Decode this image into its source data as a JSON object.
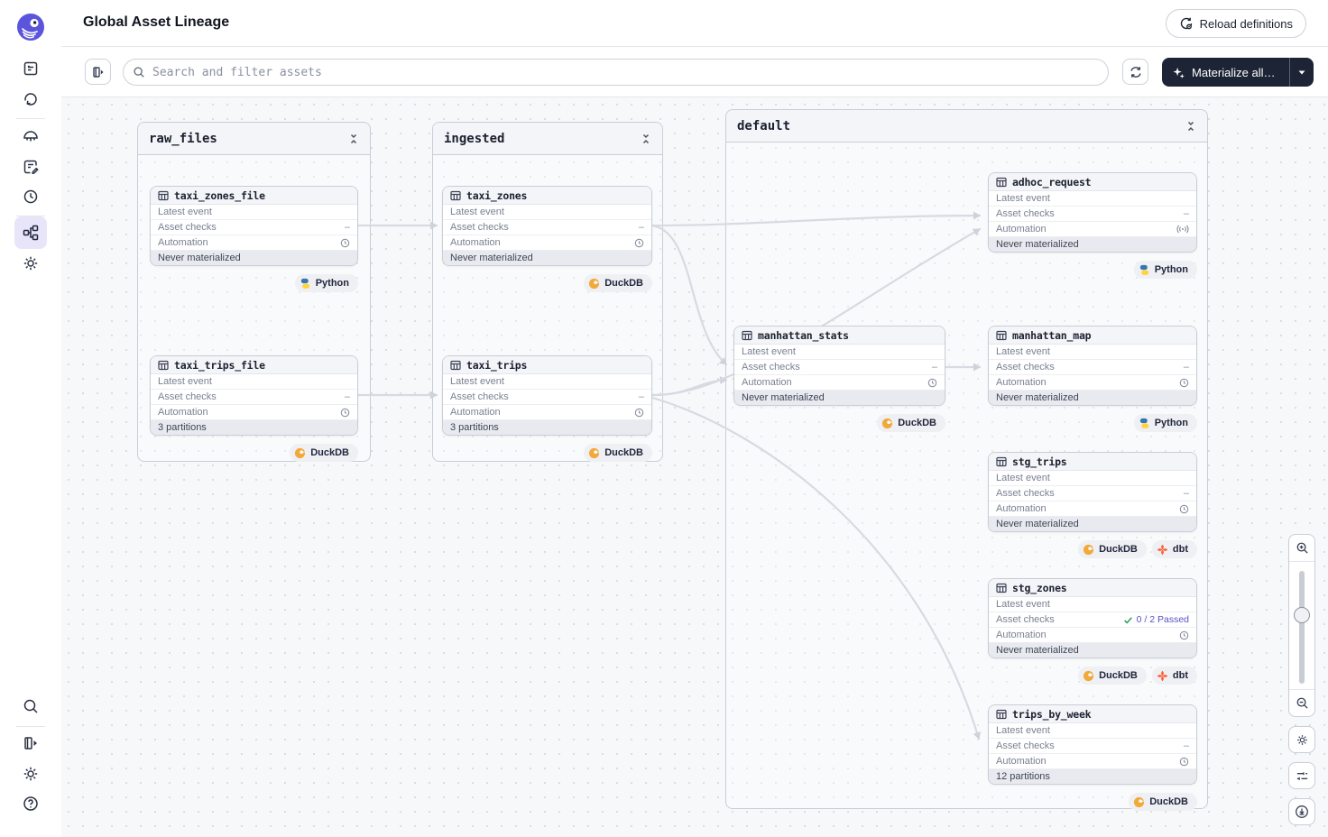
{
  "header": {
    "title": "Global Asset Lineage",
    "reload_label": "Reload definitions"
  },
  "toolbar": {
    "search_placeholder": "Search and filter assets",
    "materialize_label": "Materialize all…"
  },
  "labels": {
    "latest_event": "Latest event",
    "asset_checks": "Asset checks",
    "automation": "Automation",
    "dash": "–"
  },
  "groups": [
    {
      "name": "raw_files"
    },
    {
      "name": "ingested"
    },
    {
      "name": "default"
    }
  ],
  "nodes": [
    {
      "name": "taxi_zones_file",
      "checks": "–",
      "automation_icon": "clock-icon",
      "footer": "Never materialized",
      "badges": [
        {
          "logo": "python-icon",
          "label": "Python"
        }
      ]
    },
    {
      "name": "taxi_trips_file",
      "checks": "–",
      "automation_icon": "clock-icon",
      "footer": "3 partitions",
      "badges": [
        {
          "logo": "duckdb-icon",
          "label": "DuckDB"
        }
      ]
    },
    {
      "name": "taxi_zones",
      "checks": "–",
      "automation_icon": "clock-icon",
      "footer": "Never materialized",
      "badges": [
        {
          "logo": "duckdb-icon",
          "label": "DuckDB"
        }
      ]
    },
    {
      "name": "taxi_trips",
      "checks": "–",
      "automation_icon": "clock-icon",
      "footer": "3 partitions",
      "badges": [
        {
          "logo": "duckdb-icon",
          "label": "DuckDB"
        }
      ]
    },
    {
      "name": "adhoc_request",
      "checks": "–",
      "automation_icon": "sensor-icon",
      "footer": "Never materialized",
      "badges": [
        {
          "logo": "python-icon",
          "label": "Python"
        }
      ]
    },
    {
      "name": "manhattan_stats",
      "checks": "–",
      "automation_icon": "clock-icon",
      "footer": "Never materialized",
      "badges": [
        {
          "logo": "duckdb-icon",
          "label": "DuckDB"
        }
      ]
    },
    {
      "name": "manhattan_map",
      "checks": "–",
      "automation_icon": "clock-icon",
      "footer": "Never materialized",
      "badges": [
        {
          "logo": "python-icon",
          "label": "Python"
        }
      ]
    },
    {
      "name": "stg_trips",
      "checks": "–",
      "automation_icon": "clock-icon",
      "footer": "Never materialized",
      "badges": [
        {
          "logo": "duckdb-icon",
          "label": "DuckDB"
        },
        {
          "logo": "dbt-icon",
          "label": "dbt"
        }
      ]
    },
    {
      "name": "stg_zones",
      "checks": "0 / 2 Passed",
      "checks_passed": true,
      "automation_icon": "clock-icon",
      "footer": "Never materialized",
      "badges": [
        {
          "logo": "duckdb-icon",
          "label": "DuckDB"
        },
        {
          "logo": "dbt-icon",
          "label": "dbt"
        }
      ]
    },
    {
      "name": "trips_by_week",
      "checks": "–",
      "automation_icon": "clock-icon",
      "footer": "12 partitions",
      "badges": [
        {
          "logo": "duckdb-icon",
          "label": "DuckDB"
        }
      ]
    }
  ],
  "sidebar_icons": [
    "dagster-logo",
    "overview-icon",
    "runs-icon",
    "deployment-icon",
    "jobs-icon",
    "schedules-icon",
    "lineage-icon",
    "settings-icon",
    "search-icon",
    "expand-panel-icon",
    "user-settings-icon",
    "help-icon"
  ],
  "zoom_controls": [
    "zoom-in-icon",
    "zoom-slider",
    "zoom-out-icon",
    "graph-settings-icon",
    "filter-sliders-icon",
    "download-icon"
  ],
  "colors": {
    "accent": "#5B55DC",
    "materialize_bg": "#1D2436",
    "edge": "#D8DAE2",
    "passed_text": "#5850C9",
    "check_green": "#1EA05B",
    "python_blue": "#3776AB",
    "python_yellow": "#FFD43B",
    "duckdb_amber": "#F2A93B",
    "dbt_orange": "#FF5C35"
  }
}
